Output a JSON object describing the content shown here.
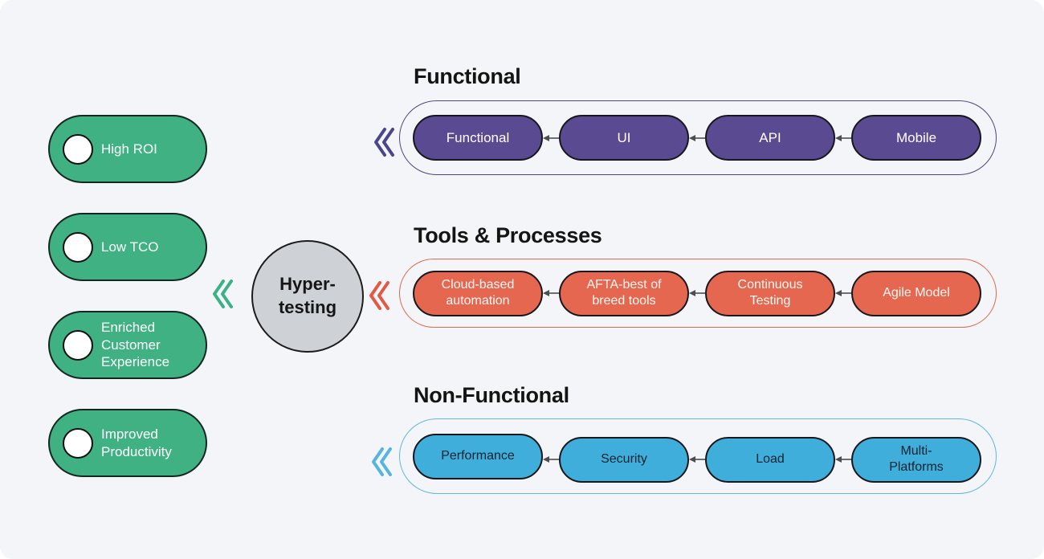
{
  "colors": {
    "bg": "#f3f5f8",
    "green": "#3fb183",
    "purple": "#5a4a92",
    "coral": "#e5674f",
    "blue": "#3faedb",
    "gray": "#ced2d6",
    "purple-border": "#4b4589",
    "coral-border": "#e2674e",
    "blue-border": "#5fb8e0",
    "chevron-purple": "#4b4589",
    "chevron-green": "#3cb184",
    "chevron-red": "#e05a45",
    "chevron-blue": "#55b4e0",
    "heading": "#141414",
    "arrow": "#4d4d4d"
  },
  "hub": {
    "label": "Hyper-testing"
  },
  "benefits": {
    "items": [
      "High ROI",
      "Low TCO",
      "Enriched Customer Experience",
      "Improved Productivity"
    ]
  },
  "groups": [
    {
      "title": "Functional",
      "items": [
        "Functional",
        "UI",
        "API",
        "Mobile"
      ]
    },
    {
      "title": "Tools & Processes",
      "items": [
        "Cloud-based automation",
        "AFTA-best of breed tools",
        "Continuous Testing",
        "Agile Model"
      ]
    },
    {
      "title": "Non-Functional",
      "items": [
        "Performance",
        "Security",
        "Load",
        "Multi-Platforms"
      ]
    }
  ],
  "icons": {
    "double_chevron": "double-chevron-left",
    "flow_arrow": "arrow-left"
  }
}
